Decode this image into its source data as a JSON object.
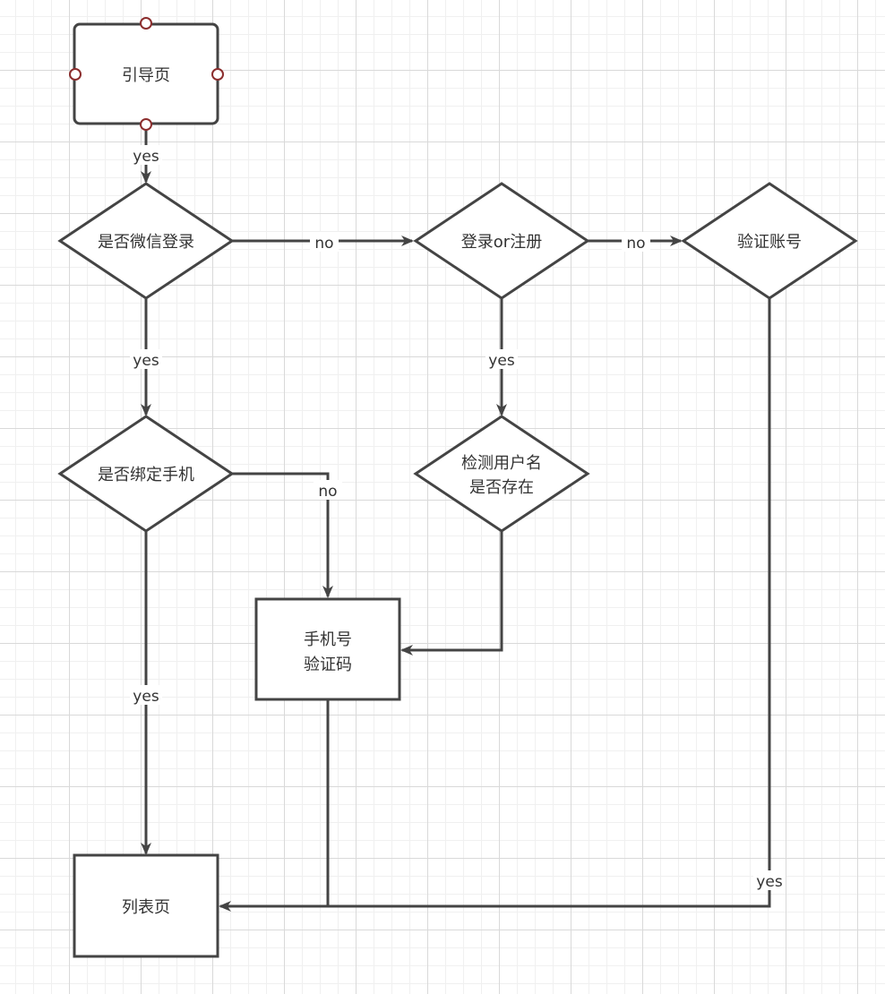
{
  "colors": {
    "stroke": "#444444",
    "node_fill": "#ffffff",
    "handle": "#8b2d2d",
    "text": "#333333"
  },
  "nodes": {
    "guide": "引导页",
    "wechat_login": "是否微信登录",
    "login_or_register": "登录or注册",
    "verify_account": "验证账号",
    "bind_phone": "是否绑定手机",
    "check_username_line1": "检测用户名",
    "check_username_line2": "是否存在",
    "phone_code_line1": "手机号",
    "phone_code_line2": "验证码",
    "list_page": "列表页"
  },
  "edges": {
    "guide_to_wechat": "yes",
    "wechat_to_login": "no",
    "login_to_verify": "no",
    "wechat_to_bind": "yes",
    "login_to_check": "yes",
    "bind_to_phone": "no",
    "bind_to_list": "yes",
    "verify_to_list": "yes"
  }
}
